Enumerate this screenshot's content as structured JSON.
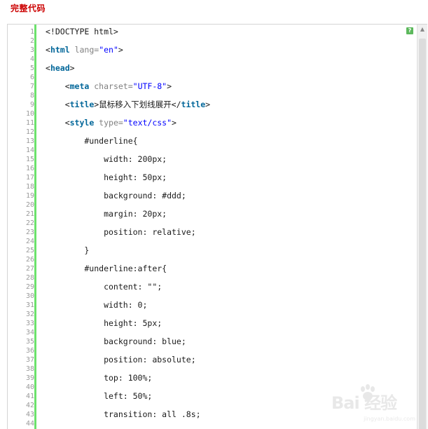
{
  "heading": "完整代码",
  "help_icon_label": "?",
  "watermark": {
    "brand": "Bai 经验",
    "domain": "jingyan.baidu.com"
  },
  "lines": [
    {
      "n": "1",
      "parts": [
        {
          "t": "<!DOCTYPE html>",
          "c": "plain"
        }
      ]
    },
    {
      "n": "2",
      "parts": []
    },
    {
      "n": "3",
      "parts": [
        {
          "t": "<",
          "c": "plain"
        },
        {
          "t": "html",
          "c": "tag"
        },
        {
          "t": " lang=",
          "c": "attr"
        },
        {
          "t": "\"en\"",
          "c": "val"
        },
        {
          "t": ">",
          "c": "plain"
        }
      ]
    },
    {
      "n": "4",
      "parts": []
    },
    {
      "n": "5",
      "parts": [
        {
          "t": "<",
          "c": "plain"
        },
        {
          "t": "head",
          "c": "tag"
        },
        {
          "t": ">",
          "c": "plain"
        }
      ]
    },
    {
      "n": "6",
      "parts": []
    },
    {
      "n": "7",
      "parts": [
        {
          "t": "    <",
          "c": "plain"
        },
        {
          "t": "meta",
          "c": "tag"
        },
        {
          "t": " charset=",
          "c": "attr"
        },
        {
          "t": "\"UTF-8\"",
          "c": "val"
        },
        {
          "t": ">",
          "c": "plain"
        }
      ]
    },
    {
      "n": "8",
      "parts": []
    },
    {
      "n": "9",
      "parts": [
        {
          "t": "    <",
          "c": "plain"
        },
        {
          "t": "title",
          "c": "tag"
        },
        {
          "t": ">鼠标移入下划线展开</",
          "c": "plain"
        },
        {
          "t": "title",
          "c": "tag"
        },
        {
          "t": ">",
          "c": "plain"
        }
      ]
    },
    {
      "n": "10",
      "parts": []
    },
    {
      "n": "11",
      "parts": [
        {
          "t": "    <",
          "c": "plain"
        },
        {
          "t": "style",
          "c": "tag"
        },
        {
          "t": " type=",
          "c": "attr"
        },
        {
          "t": "\"text/css\"",
          "c": "val"
        },
        {
          "t": ">",
          "c": "plain"
        }
      ]
    },
    {
      "n": "12",
      "parts": []
    },
    {
      "n": "13",
      "parts": [
        {
          "t": "        #underline{",
          "c": "plain"
        }
      ]
    },
    {
      "n": "14",
      "parts": []
    },
    {
      "n": "15",
      "parts": [
        {
          "t": "            width: 200px;",
          "c": "plain"
        }
      ]
    },
    {
      "n": "16",
      "parts": []
    },
    {
      "n": "17",
      "parts": [
        {
          "t": "            height: 50px;",
          "c": "plain"
        }
      ]
    },
    {
      "n": "18",
      "parts": []
    },
    {
      "n": "19",
      "parts": [
        {
          "t": "            background: #ddd;",
          "c": "plain"
        }
      ]
    },
    {
      "n": "20",
      "parts": []
    },
    {
      "n": "21",
      "parts": [
        {
          "t": "            margin: 20px;",
          "c": "plain"
        }
      ]
    },
    {
      "n": "22",
      "parts": []
    },
    {
      "n": "23",
      "parts": [
        {
          "t": "            position: relative;",
          "c": "plain"
        }
      ]
    },
    {
      "n": "24",
      "parts": []
    },
    {
      "n": "25",
      "parts": [
        {
          "t": "        }",
          "c": "plain"
        }
      ]
    },
    {
      "n": "26",
      "parts": []
    },
    {
      "n": "27",
      "parts": [
        {
          "t": "        #underline:after{",
          "c": "plain"
        }
      ]
    },
    {
      "n": "28",
      "parts": []
    },
    {
      "n": "29",
      "parts": [
        {
          "t": "            content: \"\";",
          "c": "plain"
        }
      ]
    },
    {
      "n": "30",
      "parts": []
    },
    {
      "n": "31",
      "parts": [
        {
          "t": "            width: 0;",
          "c": "plain"
        }
      ]
    },
    {
      "n": "32",
      "parts": []
    },
    {
      "n": "33",
      "parts": [
        {
          "t": "            height: 5px;",
          "c": "plain"
        }
      ]
    },
    {
      "n": "34",
      "parts": []
    },
    {
      "n": "35",
      "parts": [
        {
          "t": "            background: blue;",
          "c": "plain"
        }
      ]
    },
    {
      "n": "36",
      "parts": []
    },
    {
      "n": "37",
      "parts": [
        {
          "t": "            position: absolute;",
          "c": "plain"
        }
      ]
    },
    {
      "n": "38",
      "parts": []
    },
    {
      "n": "39",
      "parts": [
        {
          "t": "            top: 100%;",
          "c": "plain"
        }
      ]
    },
    {
      "n": "40",
      "parts": []
    },
    {
      "n": "41",
      "parts": [
        {
          "t": "            left: 50%;",
          "c": "plain"
        }
      ]
    },
    {
      "n": "42",
      "parts": []
    },
    {
      "n": "43",
      "parts": [
        {
          "t": "            transition: all .8s;",
          "c": "plain"
        }
      ]
    },
    {
      "n": "44",
      "parts": []
    }
  ]
}
